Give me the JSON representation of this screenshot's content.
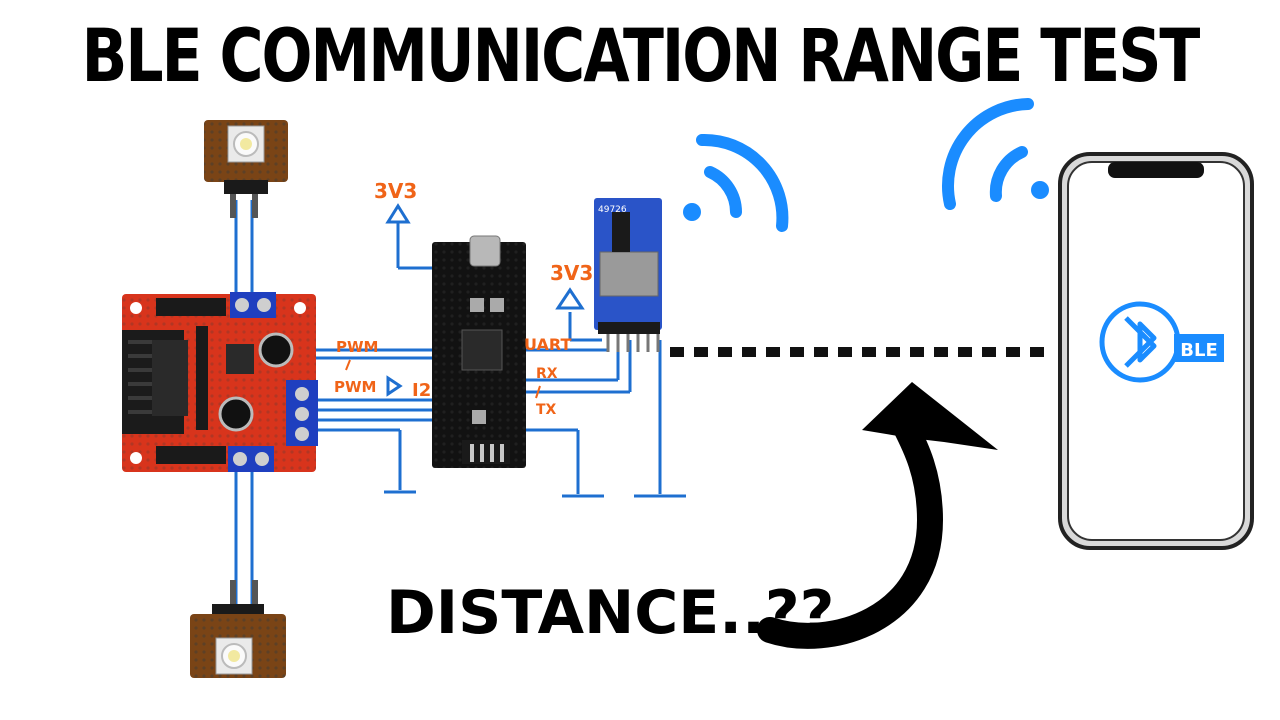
{
  "title": "BLE COMMUNICATION RANGE TEST",
  "distance_label": "DISTANCE..??",
  "labels": {
    "power_1": "3V3",
    "power_2": "3V3",
    "pwm_1": "PWM",
    "pwm_2": "PWM",
    "i2c": "I2",
    "uart": "UART",
    "rx": "RX",
    "tx": "TX"
  },
  "ble_badge": "BLE",
  "module_code": "49726",
  "colors": {
    "signal_blue": "#1a8cff",
    "bluetooth_blue": "#1a8cff",
    "wire_blue": "#1e6fd0",
    "annotation_orange": "#f06418",
    "driver_board_red": "#d8341c",
    "mcu_board_black": "#121212",
    "ble_module_blue": "#2a54c8"
  },
  "icons": [
    "wifi-signal-icon",
    "bluetooth-icon",
    "smartphone-icon",
    "curved-arrow-icon",
    "led-icon",
    "ground-symbol-icon"
  ]
}
